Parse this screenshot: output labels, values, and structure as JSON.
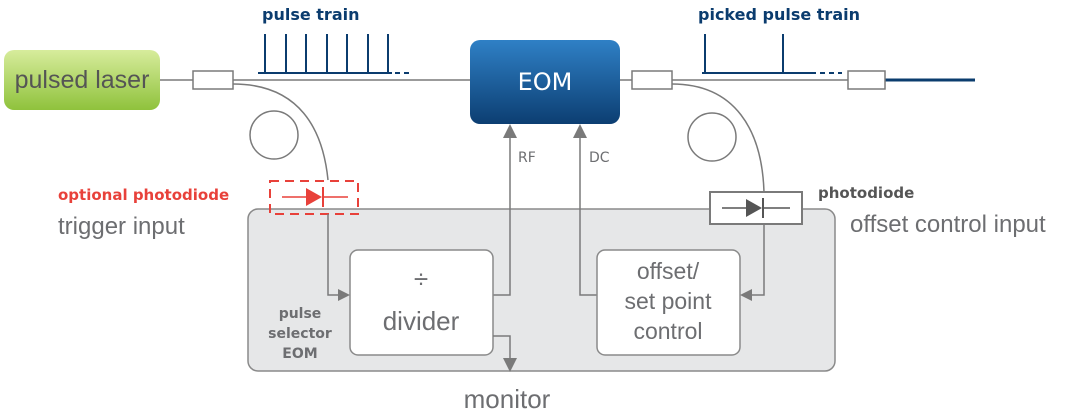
{
  "labels": {
    "pulsed_laser": "pulsed laser",
    "pulse_train": "pulse train",
    "picked_pulse_train": "picked pulse train",
    "eom": "EOM",
    "rf": "RF",
    "dc": "DC",
    "optional_photodiode": "optional photodiode",
    "trigger_input": "trigger input",
    "photodiode": "photodiode",
    "offset_control_input": "offset control input",
    "divider_symbol": "÷",
    "divider": "divider",
    "offset_line1": "offset/",
    "offset_line2": "set point",
    "offset_line3": "control",
    "pulse_selector_1": "pulse",
    "pulse_selector_2": "selector",
    "pulse_selector_3": "EOM",
    "monitor": "monitor"
  },
  "colors": {
    "laser_green": "#a9d25a",
    "eom_blue": "#1a5a96",
    "dark_blue": "#0b3c6e",
    "optional_red": "#e8413a",
    "gray_line": "#7a7a7a",
    "panel_fill": "#e6e7e8",
    "text_gray": "#6d6e71"
  }
}
